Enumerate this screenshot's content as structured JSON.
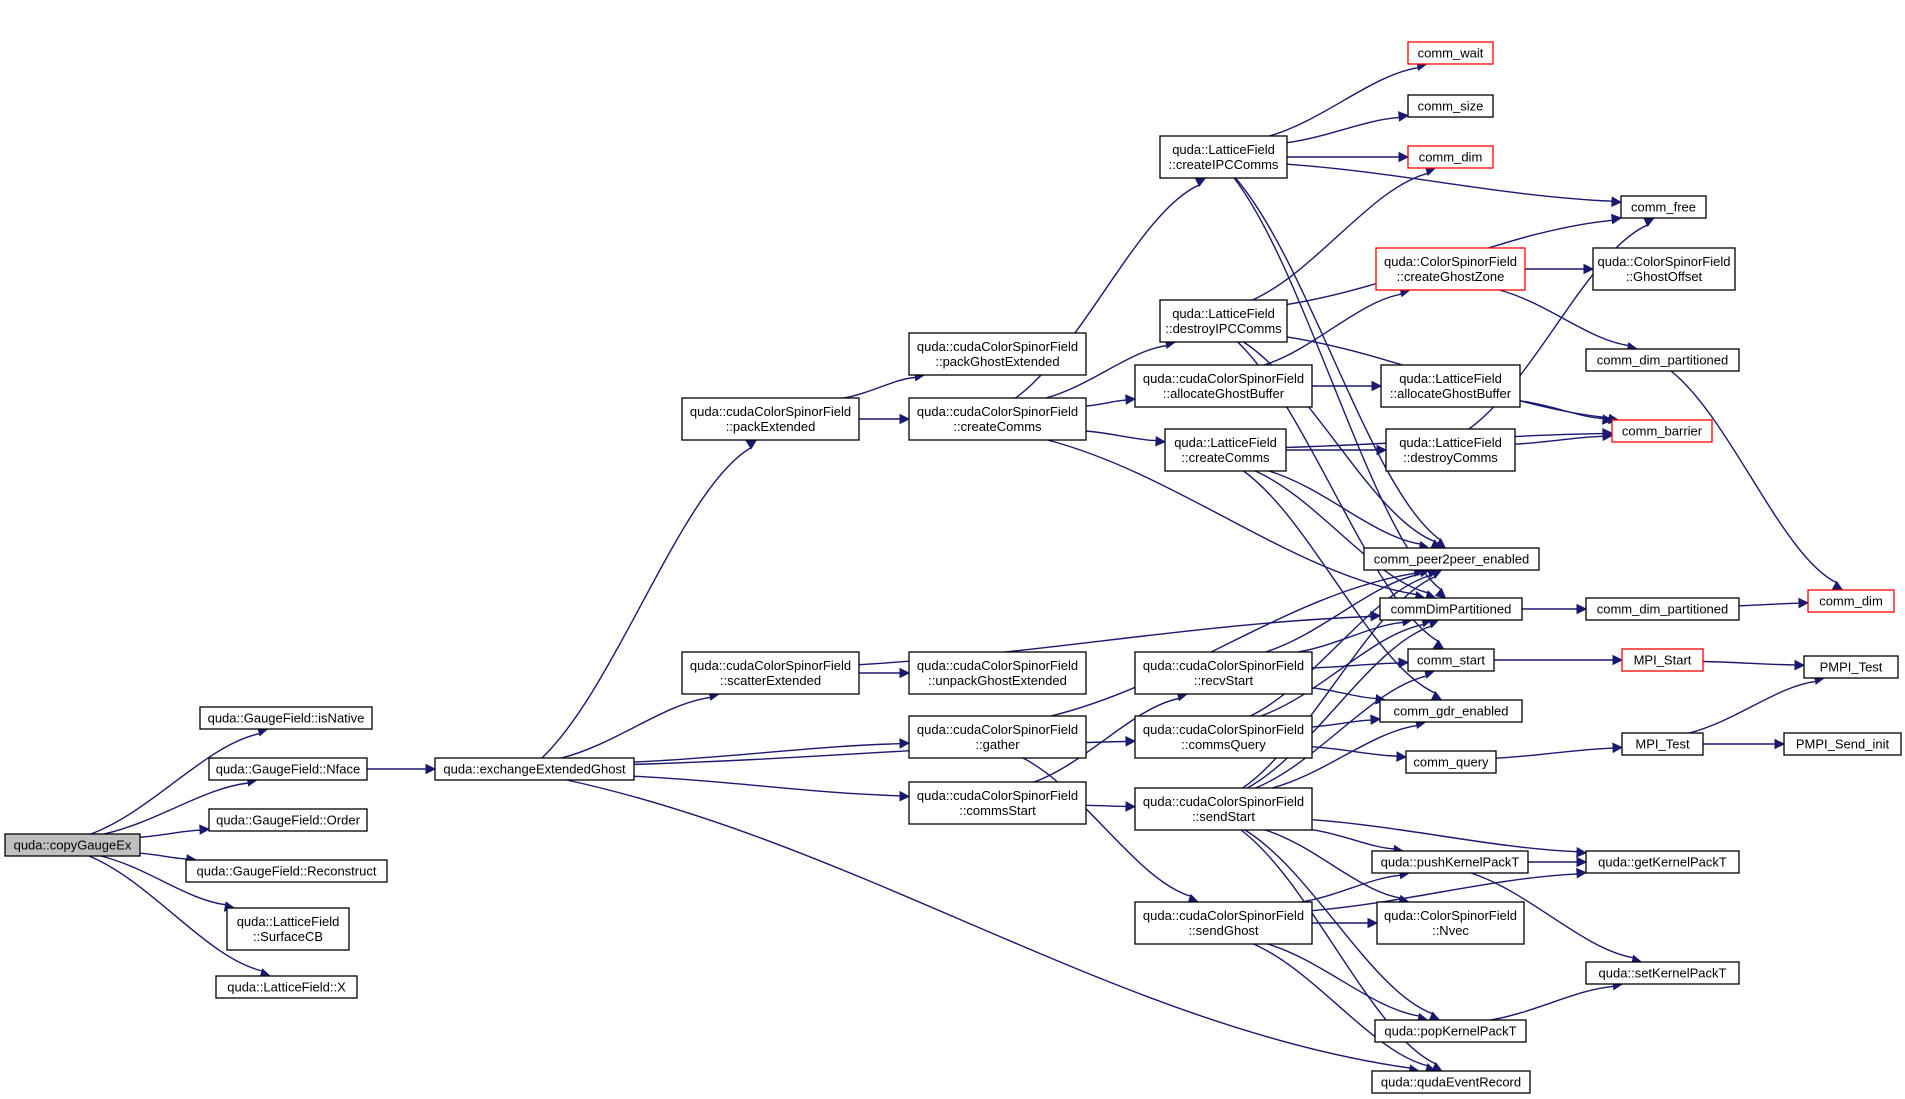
{
  "graph": {
    "nodes": [
      {
        "id": "copyGaugeEx",
        "lines": [
          "quda::copyGaugeEx"
        ],
        "style": "root"
      },
      {
        "id": "isNative",
        "lines": [
          "quda::GaugeField::isNative"
        ],
        "style": "normal"
      },
      {
        "id": "Nface",
        "lines": [
          "quda::GaugeField::Nface"
        ],
        "style": "normal"
      },
      {
        "id": "Order",
        "lines": [
          "quda::GaugeField::Order"
        ],
        "style": "normal"
      },
      {
        "id": "Reconstruct",
        "lines": [
          "quda::GaugeField::Reconstruct"
        ],
        "style": "normal"
      },
      {
        "id": "SurfaceCB",
        "lines": [
          "quda::LatticeField",
          "::SurfaceCB"
        ],
        "style": "normal"
      },
      {
        "id": "LF_X",
        "lines": [
          "quda::LatticeField::X"
        ],
        "style": "normal"
      },
      {
        "id": "exchangeExtendedGhost",
        "lines": [
          "quda::exchangeExtendedGhost"
        ],
        "style": "normal"
      },
      {
        "id": "packExtended",
        "lines": [
          "quda::cudaColorSpinorField",
          "::packExtended"
        ],
        "style": "normal"
      },
      {
        "id": "scatterExtended",
        "lines": [
          "quda::cudaColorSpinorField",
          "::scatterExtended"
        ],
        "style": "normal"
      },
      {
        "id": "packGhostExtended",
        "lines": [
          "quda::cudaColorSpinorField",
          "::packGhostExtended"
        ],
        "style": "normal"
      },
      {
        "id": "createCommsCS",
        "lines": [
          "quda::cudaColorSpinorField",
          "::createComms"
        ],
        "style": "normal"
      },
      {
        "id": "unpackGhostExtended",
        "lines": [
          "quda::cudaColorSpinorField",
          "::unpackGhostExtended"
        ],
        "style": "normal"
      },
      {
        "id": "gather",
        "lines": [
          "quda::cudaColorSpinorField",
          "::gather"
        ],
        "style": "normal"
      },
      {
        "id": "commsStart",
        "lines": [
          "quda::cudaColorSpinorField",
          "::commsStart"
        ],
        "style": "normal"
      },
      {
        "id": "createIPCComms",
        "lines": [
          "quda::LatticeField",
          "::createIPCComms"
        ],
        "style": "normal"
      },
      {
        "id": "destroyIPCComms",
        "lines": [
          "quda::LatticeField",
          "::destroyIPCComms"
        ],
        "style": "normal"
      },
      {
        "id": "allocateGhostBufferCS",
        "lines": [
          "quda::cudaColorSpinorField",
          "::allocateGhostBuffer"
        ],
        "style": "normal"
      },
      {
        "id": "createCommsLF",
        "lines": [
          "quda::LatticeField",
          "::createComms"
        ],
        "style": "normal"
      },
      {
        "id": "recvStart",
        "lines": [
          "quda::cudaColorSpinorField",
          "::recvStart"
        ],
        "style": "normal"
      },
      {
        "id": "commsQuery",
        "lines": [
          "quda::cudaColorSpinorField",
          "::commsQuery"
        ],
        "style": "normal"
      },
      {
        "id": "sendStart",
        "lines": [
          "quda::cudaColorSpinorField",
          "::sendStart"
        ],
        "style": "normal"
      },
      {
        "id": "sendGhost",
        "lines": [
          "quda::cudaColorSpinorField",
          "::sendGhost"
        ],
        "style": "normal"
      },
      {
        "id": "comm_wait",
        "lines": [
          "comm_wait"
        ],
        "style": "red"
      },
      {
        "id": "comm_size",
        "lines": [
          "comm_size"
        ],
        "style": "normal"
      },
      {
        "id": "comm_dim_red",
        "lines": [
          "comm_dim"
        ],
        "style": "red"
      },
      {
        "id": "createGhostZone",
        "lines": [
          "quda::ColorSpinorField",
          "::createGhostZone"
        ],
        "style": "red"
      },
      {
        "id": "allocateGhostBufferLF",
        "lines": [
          "quda::LatticeField",
          "::allocateGhostBuffer"
        ],
        "style": "normal"
      },
      {
        "id": "destroyComms",
        "lines": [
          "quda::LatticeField",
          "::destroyComms"
        ],
        "style": "normal"
      },
      {
        "id": "comm_peer2peer_enabled",
        "lines": [
          "comm_peer2peer_enabled"
        ],
        "style": "normal"
      },
      {
        "id": "commDimPartitioned",
        "lines": [
          "commDimPartitioned"
        ],
        "style": "normal"
      },
      {
        "id": "comm_start",
        "lines": [
          "comm_start"
        ],
        "style": "normal"
      },
      {
        "id": "comm_gdr_enabled",
        "lines": [
          "comm_gdr_enabled"
        ],
        "style": "normal"
      },
      {
        "id": "comm_query",
        "lines": [
          "comm_query"
        ],
        "style": "normal"
      },
      {
        "id": "pushKernelPackT",
        "lines": [
          "quda::pushKernelPackT"
        ],
        "style": "normal"
      },
      {
        "id": "Nvec",
        "lines": [
          "quda::ColorSpinorField",
          "::Nvec"
        ],
        "style": "normal"
      },
      {
        "id": "popKernelPackT",
        "lines": [
          "quda::popKernelPackT"
        ],
        "style": "normal"
      },
      {
        "id": "qudaEventRecord",
        "lines": [
          "quda::qudaEventRecord"
        ],
        "style": "normal"
      },
      {
        "id": "comm_free",
        "lines": [
          "comm_free"
        ],
        "style": "normal"
      },
      {
        "id": "GhostOffset",
        "lines": [
          "quda::ColorSpinorField",
          "::GhostOffset"
        ],
        "style": "normal"
      },
      {
        "id": "comm_dim_partitioned_a",
        "lines": [
          "comm_dim_partitioned"
        ],
        "style": "normal"
      },
      {
        "id": "comm_barrier",
        "lines": [
          "comm_barrier"
        ],
        "style": "red"
      },
      {
        "id": "comm_dim_partitioned_b",
        "lines": [
          "comm_dim_partitioned"
        ],
        "style": "normal"
      },
      {
        "id": "MPI_Start",
        "lines": [
          "MPI_Start"
        ],
        "style": "red"
      },
      {
        "id": "MPI_Test",
        "lines": [
          "MPI_Test"
        ],
        "style": "normal"
      },
      {
        "id": "getKernelPackT",
        "lines": [
          "quda::getKernelPackT"
        ],
        "style": "normal"
      },
      {
        "id": "setKernelPackT",
        "lines": [
          "quda::setKernelPackT"
        ],
        "style": "normal"
      },
      {
        "id": "comm_dim_far",
        "lines": [
          "comm_dim"
        ],
        "style": "red"
      },
      {
        "id": "PMPI_Test",
        "lines": [
          "PMPI_Test"
        ],
        "style": "normal"
      },
      {
        "id": "PMPI_Send_init",
        "lines": [
          "PMPI_Send_init"
        ],
        "style": "normal"
      }
    ],
    "edges": [
      [
        "copyGaugeEx",
        "isNative"
      ],
      [
        "copyGaugeEx",
        "Nface"
      ],
      [
        "copyGaugeEx",
        "Order"
      ],
      [
        "copyGaugeEx",
        "Reconstruct"
      ],
      [
        "copyGaugeEx",
        "SurfaceCB"
      ],
      [
        "copyGaugeEx",
        "LF_X"
      ],
      [
        "Nface",
        "exchangeExtendedGhost"
      ],
      [
        "exchangeExtendedGhost",
        "packExtended"
      ],
      [
        "exchangeExtendedGhost",
        "scatterExtended"
      ],
      [
        "exchangeExtendedGhost",
        "gather"
      ],
      [
        "exchangeExtendedGhost",
        "commsStart"
      ],
      [
        "exchangeExtendedGhost",
        "commsQuery"
      ],
      [
        "exchangeExtendedGhost",
        "qudaEventRecord"
      ],
      [
        "packExtended",
        "packGhostExtended"
      ],
      [
        "packExtended",
        "createCommsCS"
      ],
      [
        "scatterExtended",
        "unpackGhostExtended"
      ],
      [
        "scatterExtended",
        "commDimPartitioned"
      ],
      [
        "createCommsCS",
        "createIPCComms"
      ],
      [
        "createCommsCS",
        "destroyIPCComms"
      ],
      [
        "createCommsCS",
        "allocateGhostBufferCS"
      ],
      [
        "createCommsCS",
        "createCommsLF"
      ],
      [
        "createCommsCS",
        "commDimPartitioned"
      ],
      [
        "gather",
        "comm_peer2peer_enabled"
      ],
      [
        "gather",
        "sendGhost"
      ],
      [
        "commsStart",
        "recvStart"
      ],
      [
        "commsStart",
        "sendStart"
      ],
      [
        "createIPCComms",
        "comm_wait"
      ],
      [
        "createIPCComms",
        "comm_size"
      ],
      [
        "createIPCComms",
        "comm_dim_red"
      ],
      [
        "createIPCComms",
        "comm_free"
      ],
      [
        "createIPCComms",
        "comm_peer2peer_enabled"
      ],
      [
        "createIPCComms",
        "commDimPartitioned"
      ],
      [
        "destroyIPCComms",
        "comm_dim_red"
      ],
      [
        "destroyIPCComms",
        "comm_free"
      ],
      [
        "destroyIPCComms",
        "comm_barrier"
      ],
      [
        "destroyIPCComms",
        "comm_peer2peer_enabled"
      ],
      [
        "destroyIPCComms",
        "comm_start"
      ],
      [
        "allocateGhostBufferCS",
        "createGhostZone"
      ],
      [
        "allocateGhostBufferCS",
        "allocateGhostBufferLF"
      ],
      [
        "createCommsLF",
        "destroyComms"
      ],
      [
        "createCommsLF",
        "comm_barrier"
      ],
      [
        "createCommsLF",
        "commDimPartitioned"
      ],
      [
        "createCommsLF",
        "comm_gdr_enabled"
      ],
      [
        "createCommsLF",
        "comm_peer2peer_enabled"
      ],
      [
        "createGhostZone",
        "GhostOffset"
      ],
      [
        "createGhostZone",
        "comm_dim_partitioned_a"
      ],
      [
        "allocateGhostBufferLF",
        "comm_barrier"
      ],
      [
        "destroyComms",
        "comm_barrier"
      ],
      [
        "destroyComms",
        "comm_free"
      ],
      [
        "recvStart",
        "comm_peer2peer_enabled"
      ],
      [
        "recvStart",
        "commDimPartitioned"
      ],
      [
        "recvStart",
        "comm_start"
      ],
      [
        "recvStart",
        "comm_gdr_enabled"
      ],
      [
        "commsQuery",
        "comm_peer2peer_enabled"
      ],
      [
        "commsQuery",
        "commDimPartitioned"
      ],
      [
        "commsQuery",
        "comm_gdr_enabled"
      ],
      [
        "commsQuery",
        "comm_query"
      ],
      [
        "sendStart",
        "comm_peer2peer_enabled"
      ],
      [
        "sendStart",
        "commDimPartitioned"
      ],
      [
        "sendStart",
        "comm_start"
      ],
      [
        "sendStart",
        "comm_gdr_enabled"
      ],
      [
        "sendStart",
        "pushKernelPackT"
      ],
      [
        "sendStart",
        "Nvec"
      ],
      [
        "sendStart",
        "popKernelPackT"
      ],
      [
        "sendStart",
        "getKernelPackT"
      ],
      [
        "sendStart",
        "qudaEventRecord"
      ],
      [
        "sendGhost",
        "pushKernelPackT"
      ],
      [
        "sendGhost",
        "Nvec"
      ],
      [
        "sendGhost",
        "popKernelPackT"
      ],
      [
        "sendGhost",
        "getKernelPackT"
      ],
      [
        "sendGhost",
        "qudaEventRecord"
      ],
      [
        "pushKernelPackT",
        "getKernelPackT"
      ],
      [
        "pushKernelPackT",
        "setKernelPackT"
      ],
      [
        "popKernelPackT",
        "setKernelPackT"
      ],
      [
        "commDimPartitioned",
        "comm_dim_partitioned_b"
      ],
      [
        "comm_dim_partitioned_b",
        "comm_dim_far"
      ],
      [
        "comm_dim_partitioned_a",
        "comm_dim_far"
      ],
      [
        "comm_start",
        "MPI_Start"
      ],
      [
        "comm_query",
        "MPI_Test"
      ],
      [
        "MPI_Start",
        "PMPI_Test"
      ],
      [
        "MPI_Test",
        "PMPI_Test"
      ],
      [
        "MPI_Test",
        "PMPI_Send_init"
      ]
    ]
  }
}
